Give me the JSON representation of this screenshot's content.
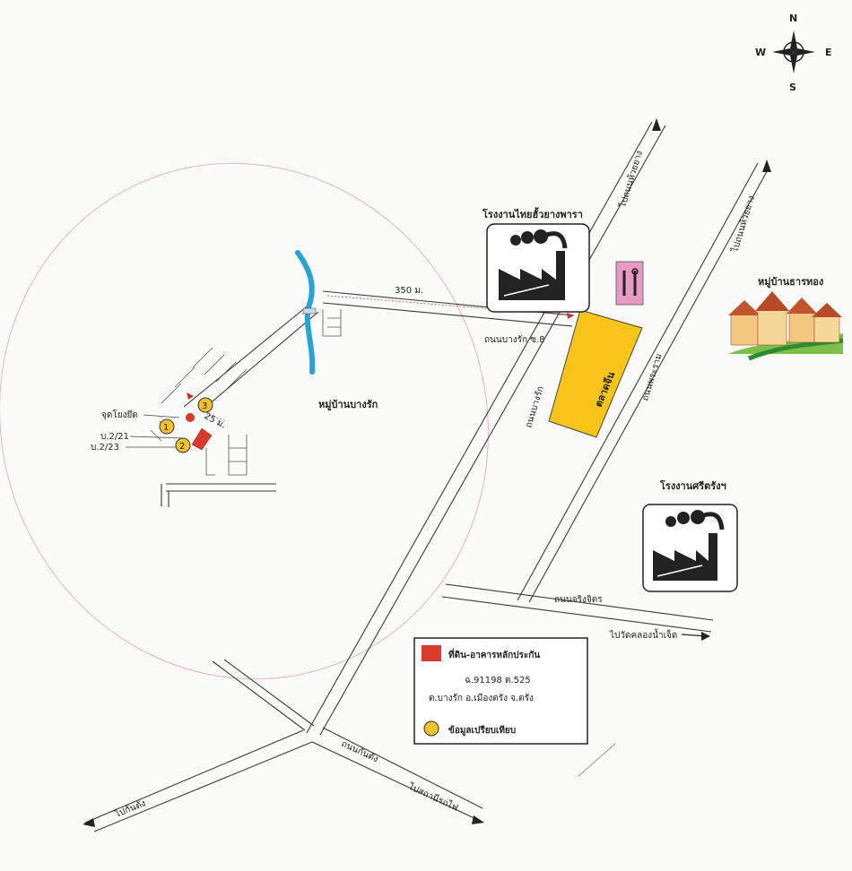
{
  "compass": {
    "n": "N",
    "s": "S",
    "e": "E",
    "w": "W"
  },
  "landmarks": {
    "factory_top": "โรงงานไทยฮั้วยางพารา",
    "factory_bottom": "โรงงานศรีตรังฯ",
    "village_right": "หมู่บ้านธารทอง",
    "village_center": "หมู่บ้านบางรัก",
    "market": "ตลาดจีน",
    "junction": "จุดโยงยึด"
  },
  "roads": {
    "to_namtalung_1": "ไปถนนห้วยยาง",
    "to_namtalung_2": "ไปถนนห้วยยาง",
    "soi8": "ถนนบางรัก ซ.8",
    "bangrak": "ถนนบางรัก",
    "phraram": "ถนนพระราม",
    "ringchit": "ถนนจริงจิตร",
    "to_wat": "ไปวัดคลองน้ำเจ็ด",
    "kantang_road": "ถนนกันตัง",
    "to_kantang": "ไปกันตัง",
    "to_station": "ไปสถานีรถไฟ"
  },
  "distances": {
    "d350": "350 ม.",
    "d25": "25 ม."
  },
  "plots": {
    "p1": "บ.2/21",
    "p2": "บ.2/23"
  },
  "markers": {
    "m1": "1",
    "m2": "2",
    "m3": "3"
  },
  "legend": {
    "collateral": "ที่ดิน-อาคารหลักประกัน",
    "deed": "ฉ.91198 ต.525",
    "location": "ต.บางรัก อ.เมืองตรัง จ.ตรัง",
    "comparables": "ข้อมูลเปรียบเทียบ"
  },
  "colors": {
    "collateral": "#d93a2b",
    "comparable": "#f2c12e",
    "market": "#f7c417",
    "water": "#29a3d6",
    "service": "#e79bc4"
  }
}
